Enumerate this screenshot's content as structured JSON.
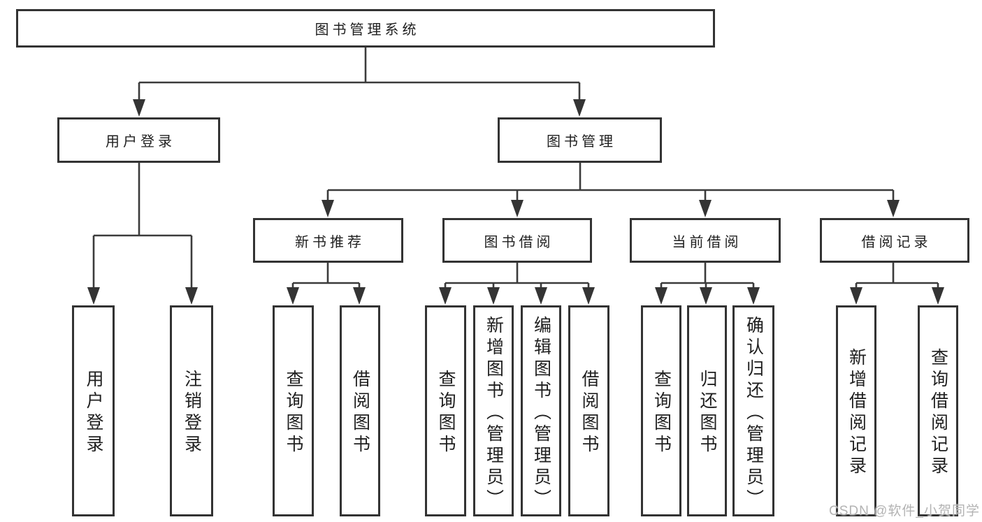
{
  "diagram": {
    "root": {
      "label": "图书管理系统"
    },
    "branches": [
      {
        "label": "用户登录",
        "children": [
          {
            "label": "用户登录"
          },
          {
            "label": "注销登录"
          }
        ]
      },
      {
        "label": "图书管理",
        "children": [
          {
            "label": "新书推荐",
            "children": [
              {
                "label": "查询图书"
              },
              {
                "label": "借阅图书"
              }
            ]
          },
          {
            "label": "图书借阅",
            "children": [
              {
                "label": "查询图书"
              },
              {
                "label": "新增图书（管理员）"
              },
              {
                "label": "编辑图书（管理员）"
              },
              {
                "label": "借阅图书"
              }
            ]
          },
          {
            "label": "当前借阅",
            "children": [
              {
                "label": "查询图书"
              },
              {
                "label": "归还图书"
              },
              {
                "label": "确认归还（管理员）"
              }
            ]
          },
          {
            "label": "借阅记录",
            "children": [
              {
                "label": "新增借阅记录"
              },
              {
                "label": "查询借阅记录"
              }
            ]
          }
        ]
      }
    ]
  },
  "watermark": {
    "text": "CSDN @软件_小贺同学"
  },
  "colors": {
    "line": "#3b3b3b",
    "box_border": "#333333",
    "text": "#1f1f1f",
    "watermark": "#b3b3b3",
    "background": "#ffffff"
  }
}
